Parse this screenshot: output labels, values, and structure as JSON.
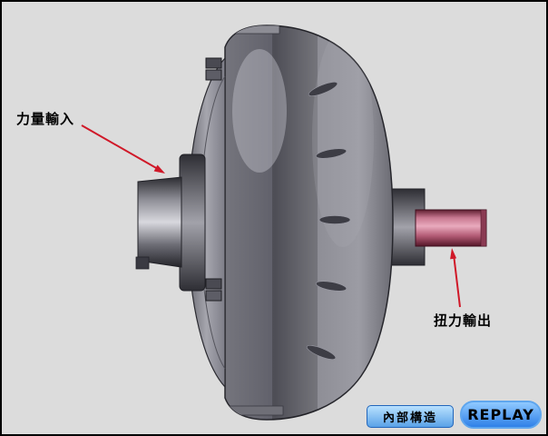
{
  "stage": {
    "background": "#dcdcdc",
    "border_color": "#000000"
  },
  "labels": {
    "input": "力量輸入",
    "output": "扭力輸出"
  },
  "buttons": {
    "internal_structure": "內部構造",
    "replay": "REPLAY"
  },
  "colors": {
    "pointer_red": "#d01828",
    "button_blue": "#2f80e8",
    "button_light_blue": "#8fc9ff",
    "shaft_pink": "#d989a3",
    "body_gray": "#8a8a92"
  }
}
